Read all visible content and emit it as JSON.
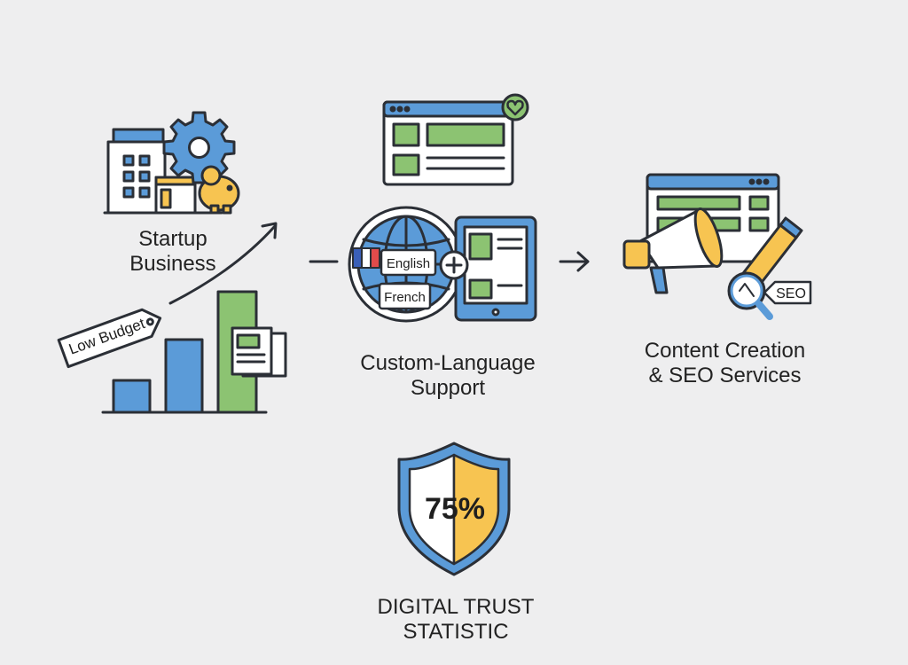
{
  "colors": {
    "background": "#eeeeef",
    "outline": "#2b2f36",
    "blue": "#5b9bd8",
    "green": "#8cc372",
    "yellow": "#f7c451",
    "white": "#ffffff"
  },
  "startup": {
    "label": "Startup\nBusiness",
    "budget_tag": "Low Budget",
    "icons": [
      "building-icon",
      "gear-icon",
      "piggy-bank-icon",
      "dollar-coin-icon",
      "growth-arrow-icon",
      "bar-chart-icon",
      "documents-icon"
    ]
  },
  "language": {
    "label": "Custom-Language\nSupport",
    "lang_primary": "English",
    "lang_secondary": "French",
    "icons": [
      "browser-window-icon",
      "heart-badge-icon",
      "globe-icon",
      "french-flag-icon",
      "plus-icon",
      "tablet-icon"
    ]
  },
  "content": {
    "label": "Content Creation\n& SEO Services",
    "seo_tag": "SEO",
    "icons": [
      "browser-window-icon",
      "megaphone-icon",
      "pencil-icon",
      "magnifier-icon"
    ]
  },
  "trust": {
    "value": "75%",
    "label": "DIGITAL TRUST\nSTATISTIC",
    "icons": [
      "shield-icon"
    ]
  },
  "connectors": [
    "dash-connector",
    "arrow-connector"
  ]
}
